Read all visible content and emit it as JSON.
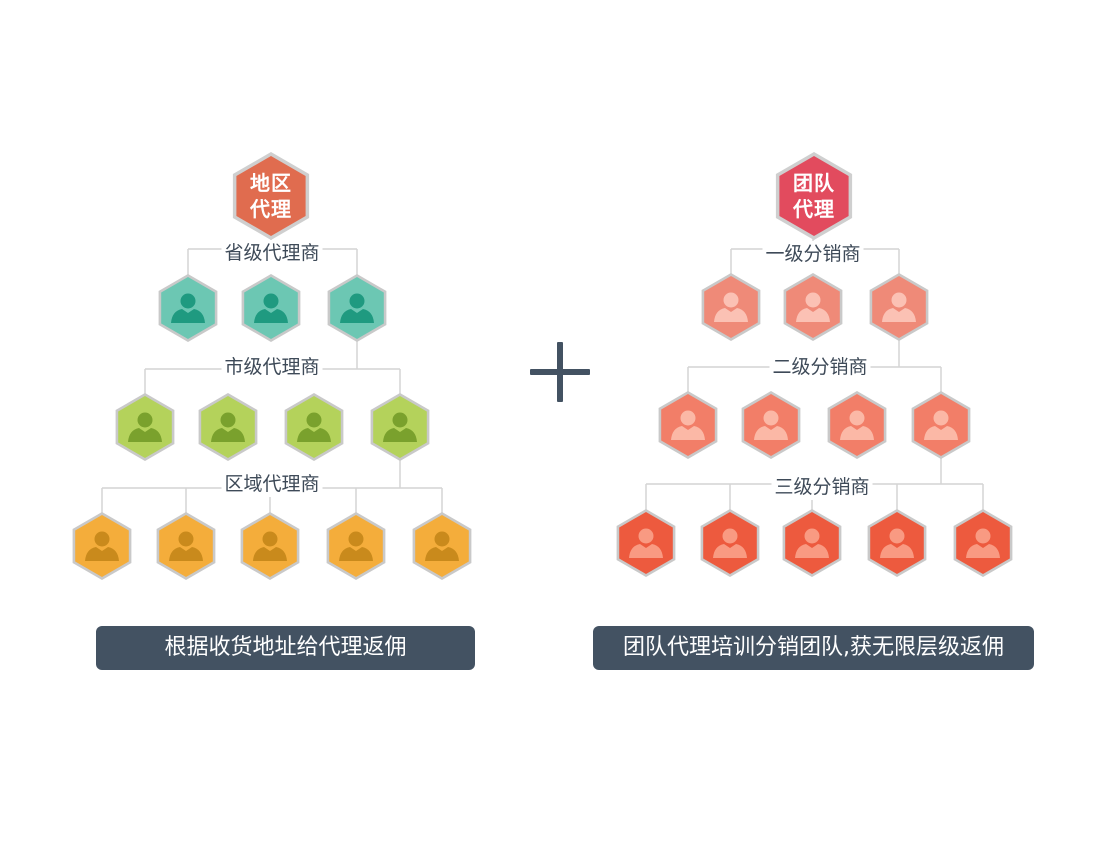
{
  "left": {
    "root": {
      "line1": "地区",
      "line2": "代理"
    },
    "levels": [
      "省级代理商",
      "市级代理商",
      "区域代理商"
    ],
    "banner": "根据收货地址给代理返佣",
    "colors": {
      "root": "#e06c4f",
      "levels": [
        {
          "fill": "#6cc7b3",
          "icon": "#1f9a80"
        },
        {
          "fill": "#b4d25b",
          "icon": "#7aa12d"
        },
        {
          "fill": "#f4ad3b",
          "icon": "#c98a1c"
        }
      ]
    }
  },
  "right": {
    "root": {
      "line1": "团队",
      "line2": "代理"
    },
    "levels": [
      "一级分销商",
      "二级分销商",
      "三级分销商"
    ],
    "banner": "团队代理培训分销团队,获无限层级返佣",
    "colors": {
      "root": "#e24b5e",
      "levels": [
        {
          "fill": "#ef8a78",
          "icon": "#fbc1b4"
        },
        {
          "fill": "#f27e68",
          "icon": "#fbb8a6"
        },
        {
          "fill": "#ed5a3e",
          "icon": "#f99a82"
        }
      ]
    }
  },
  "operator": "+",
  "colors": {
    "banner": "#435262",
    "plus": "#435262",
    "connector": "#d4d4d4"
  }
}
